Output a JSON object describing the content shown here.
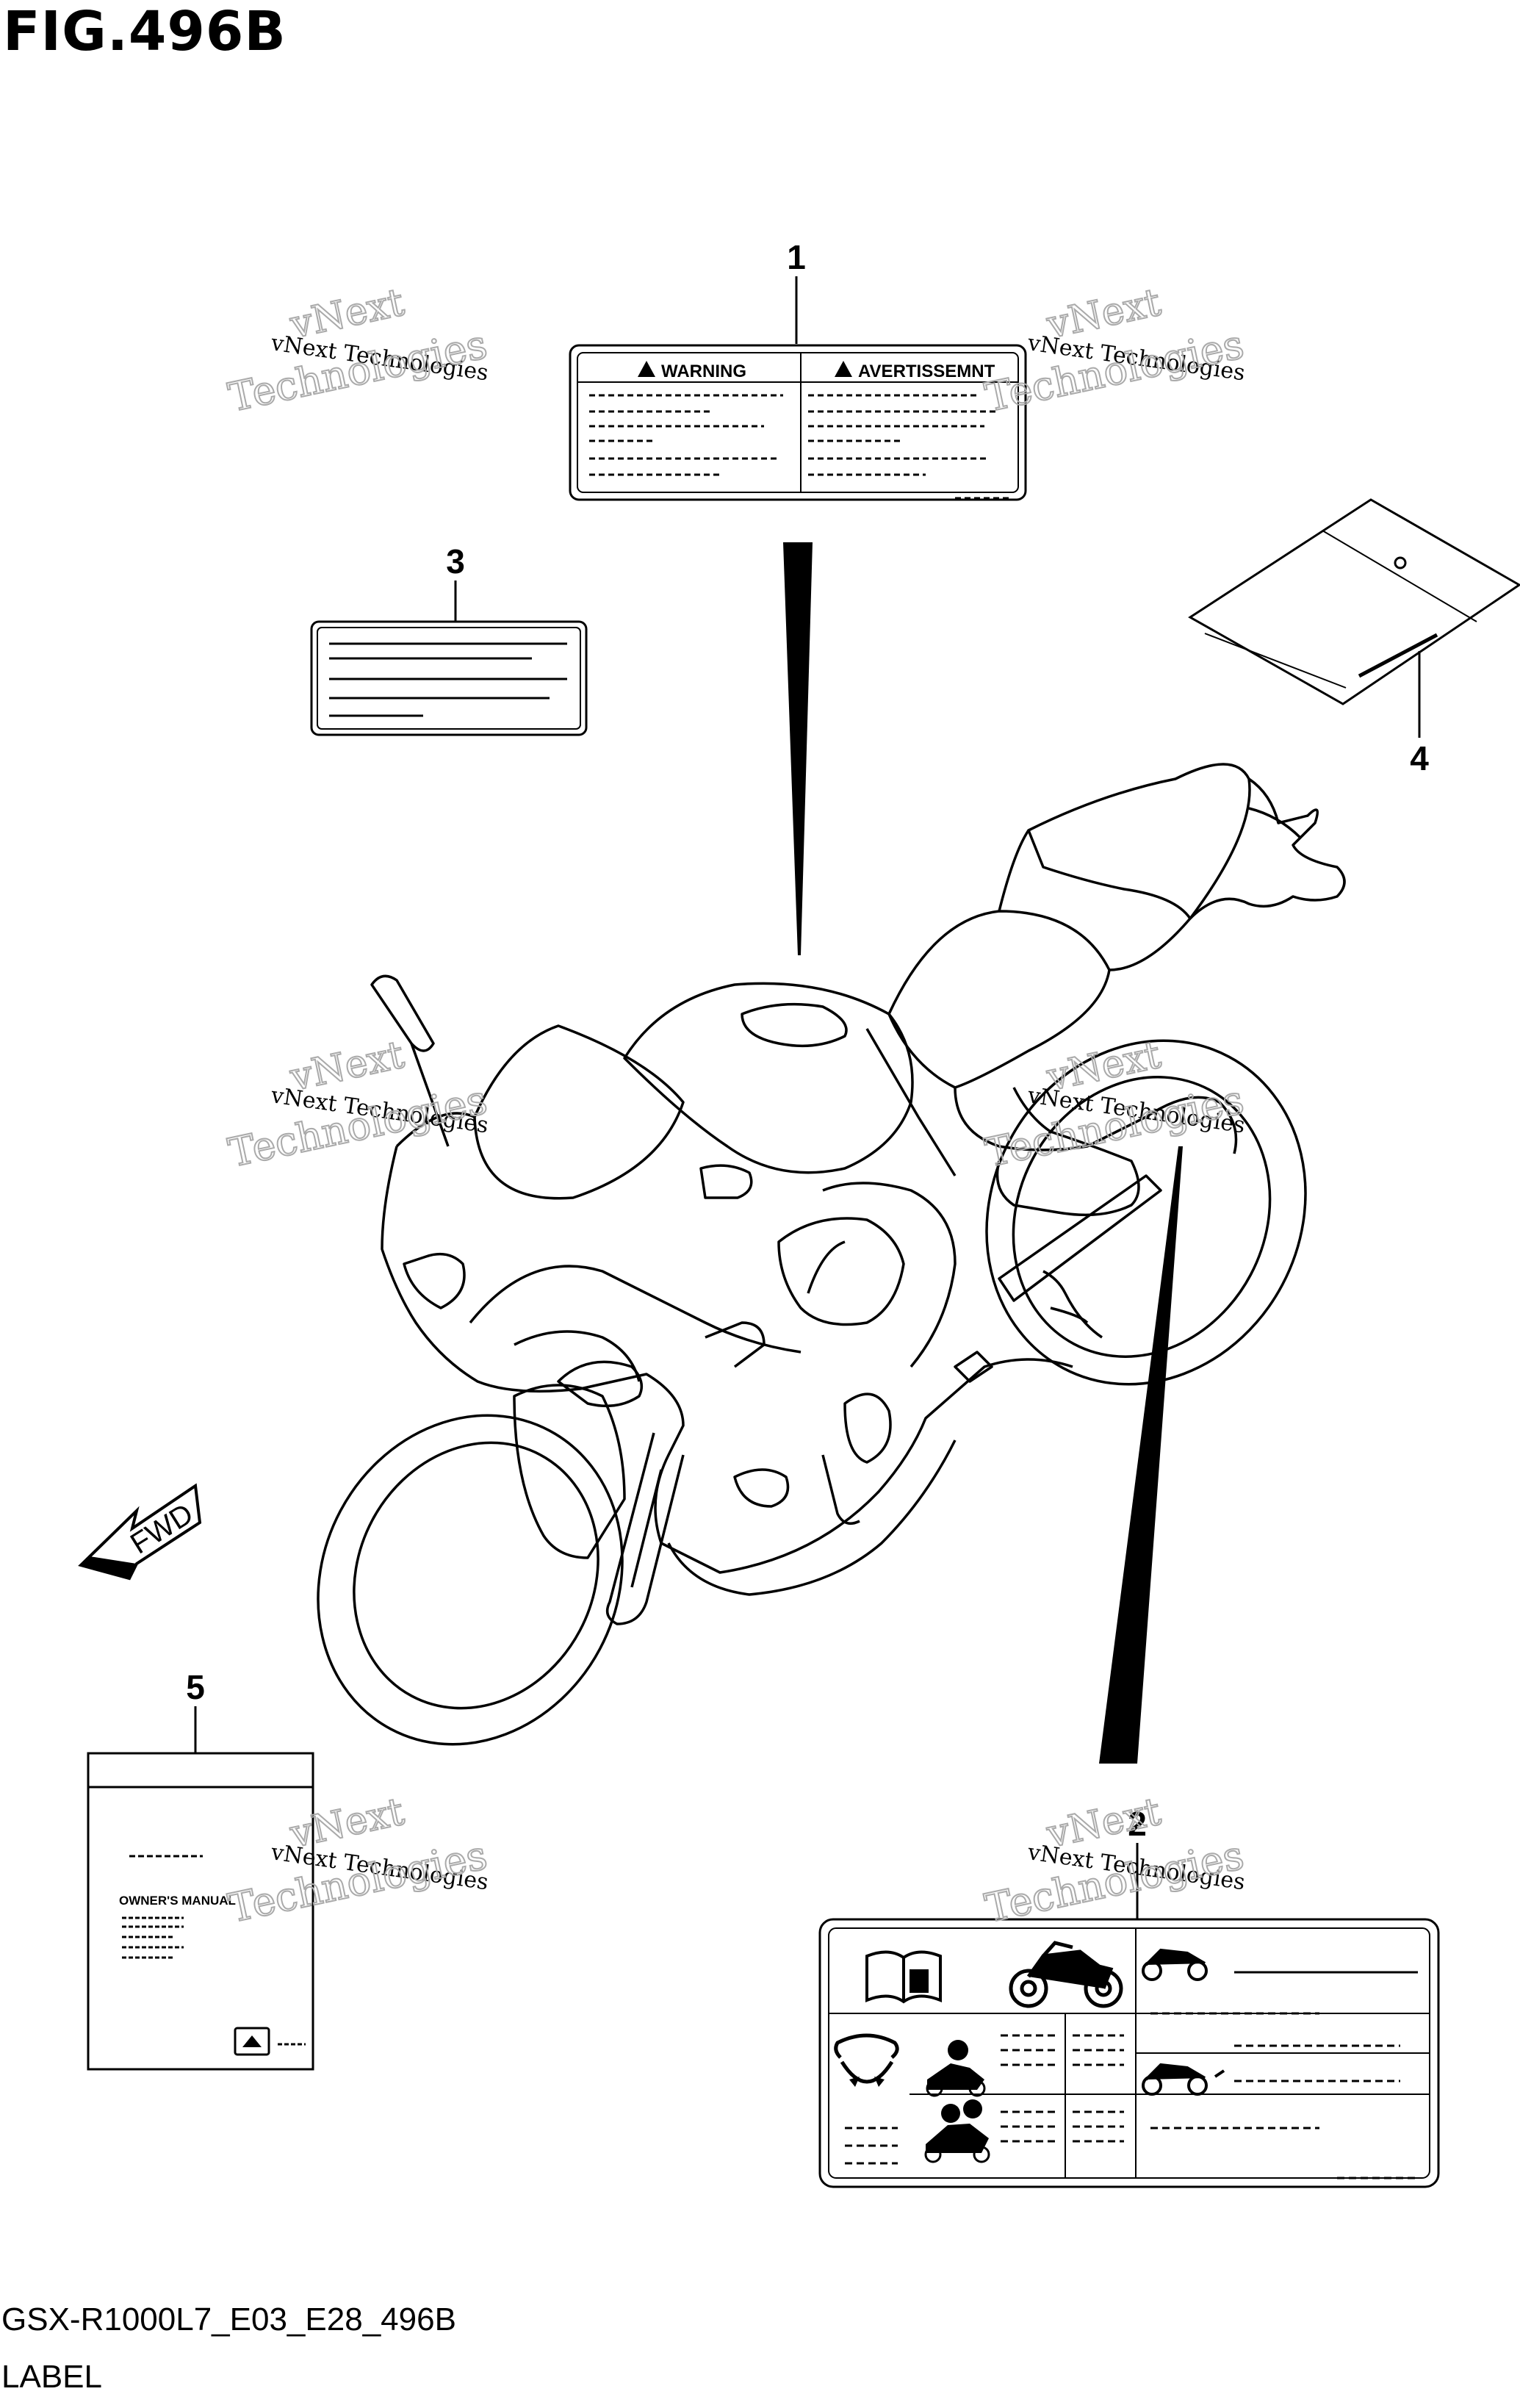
{
  "figure": {
    "title": "FIG.496B",
    "code": "GSX-R1000L7_E03_E28_496B",
    "subtitle": "LABEL"
  },
  "callouts": {
    "c1": "1",
    "c2": "2",
    "c3": "3",
    "c4": "4",
    "c5": "5"
  },
  "label1": {
    "left_heading": "WARNING",
    "right_heading": "AVERTISSEMNT"
  },
  "label5": {
    "manual_title": "OWNER'S MANUAL"
  },
  "direction": {
    "fwd": "FWD"
  },
  "watermark": {
    "line1": "vNext Technologies",
    "big1": "vNext",
    "big2": "Technologies"
  }
}
